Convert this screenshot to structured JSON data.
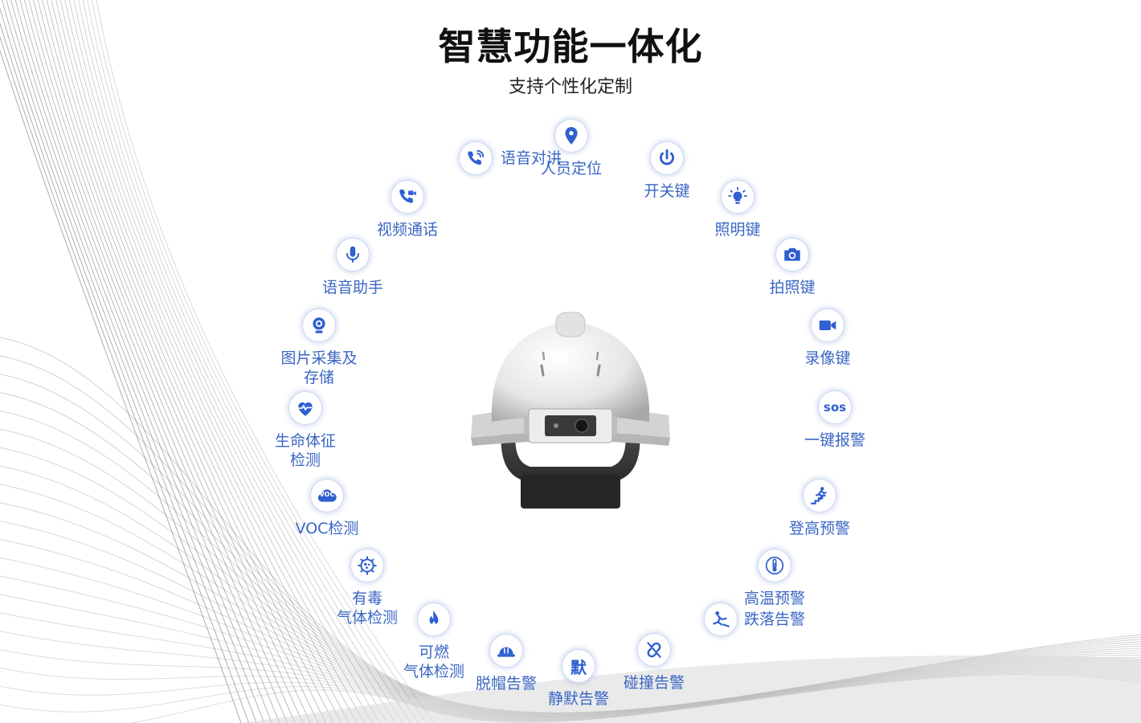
{
  "header": {
    "title": "智慧功能一体化",
    "subtitle": "支持个性化定制"
  },
  "colors": {
    "accent": "#3a66c4",
    "icon": "#2f5fd0",
    "title": "#111111"
  },
  "features": [
    {
      "id": "location",
      "label": "人员定位",
      "icon": "location-pin-icon"
    },
    {
      "id": "power",
      "label": "开关键",
      "icon": "power-icon"
    },
    {
      "id": "light",
      "label": "照明键",
      "icon": "light-bulb-icon"
    },
    {
      "id": "photo",
      "label": "拍照键",
      "icon": "camera-icon"
    },
    {
      "id": "record",
      "label": "录像键",
      "icon": "video-camera-icon"
    },
    {
      "id": "sos",
      "label": "一键报警",
      "icon": "sos-icon",
      "icon_text": "sos"
    },
    {
      "id": "climb",
      "label": "登高预警",
      "icon": "climbing-icon"
    },
    {
      "id": "heat",
      "label": "高温预警",
      "icon": "thermometer-icon"
    },
    {
      "id": "fall",
      "label": "跌落告警",
      "icon": "fall-icon"
    },
    {
      "id": "collision",
      "label": "碰撞告警",
      "icon": "broken-link-icon"
    },
    {
      "id": "silent",
      "label": "静默告警",
      "icon": "silent-icon",
      "icon_text": "默"
    },
    {
      "id": "hat_off",
      "label": "脱帽告警",
      "icon": "helmet-icon"
    },
    {
      "id": "flammable",
      "label": "可燃\n气体检测",
      "icon": "flame-icon"
    },
    {
      "id": "toxic",
      "label": "有毒\n气体检测",
      "icon": "toxic-gas-icon"
    },
    {
      "id": "voc",
      "label": "VOC检测",
      "icon": "voc-cloud-icon",
      "icon_text": "VOC"
    },
    {
      "id": "vitals",
      "label": "生命体征\n检测",
      "icon": "heart-pulse-icon"
    },
    {
      "id": "image",
      "label": "图片采集及\n存储",
      "icon": "webcam-icon"
    },
    {
      "id": "assistant",
      "label": "语音助手",
      "icon": "microphone-icon"
    },
    {
      "id": "video_call",
      "label": "视频通话",
      "icon": "video-call-icon"
    },
    {
      "id": "intercom",
      "label": "语音对讲",
      "icon": "phone-signal-icon"
    }
  ]
}
